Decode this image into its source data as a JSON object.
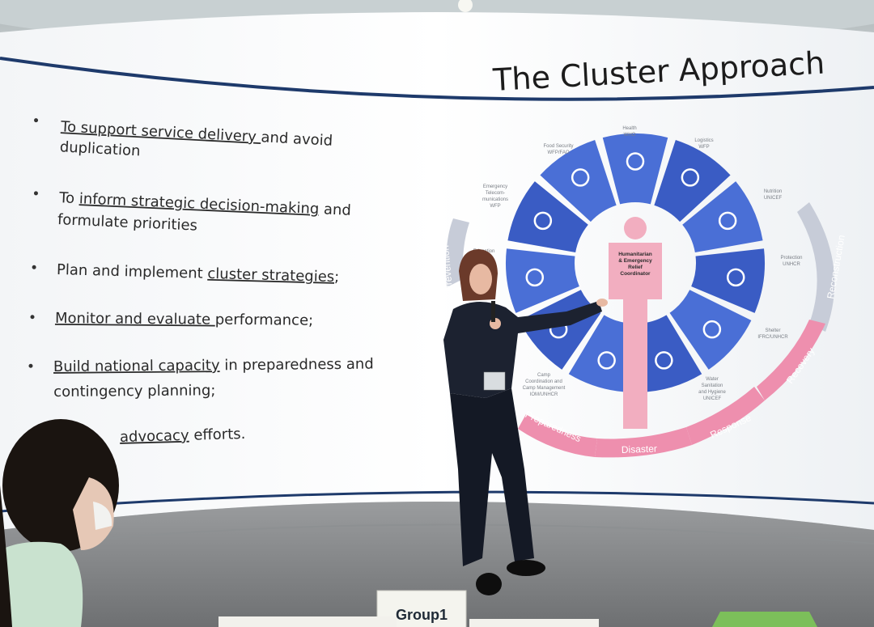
{
  "slide": {
    "title": "The Cluster Approach",
    "bullets": [
      {
        "underlined": "To support service delivery ",
        "rest": "and avoid",
        "line2": "duplication"
      },
      {
        "prefix": "To ",
        "underlined": "inform strategic decision-making",
        "rest": " and",
        "line2": "formulate priorities"
      },
      {
        "prefix": "Plan and implement ",
        "underlined": "cluster strategies",
        "rest": ";"
      },
      {
        "underlined": "Monitor and evaluate ",
        "rest": "performance;"
      },
      {
        "underlined": "Build national capacity",
        "rest": " in preparedness and",
        "line2": "contingency planning;"
      },
      {
        "underlined": "advocacy",
        "rest": " efforts."
      }
    ]
  },
  "diagram": {
    "center_lines": [
      "Humanitarian",
      "& Emergency",
      "Relief",
      "Coordinator"
    ],
    "cluster_labels": {
      "health": [
        "Health",
        "WHO"
      ],
      "logistics": [
        "Logistics",
        "WFP"
      ],
      "nutrition": [
        "Nutrition",
        "UNICEF"
      ],
      "protection": [
        "Protection",
        "UNHCR"
      ],
      "shelter": [
        "Shelter",
        "IFRC/UNHCR"
      ],
      "wash": [
        "Water",
        "Sanitation",
        "and Hygiene",
        "UNICEF"
      ],
      "camp": [
        "Camp",
        "Coordination and",
        "Camp Management",
        "IOM/UNHCR"
      ],
      "telecom": [
        "Emergency",
        "Telecom-",
        "munications",
        "WFP"
      ],
      "food": [
        "Food Security",
        "WFP/FAO"
      ],
      "education": [
        "Education"
      ]
    },
    "cycle": {
      "prevention": "Prevention",
      "preparedness": "Preparedness",
      "disaster": "Disaster",
      "response": "Response",
      "recovery": "Recovery",
      "reconstruction": "Reconstruction"
    },
    "colors": {
      "segment": "#4a6fd6",
      "segment_dark": "#3a5cc4",
      "person": "#f2aec0",
      "arrow_pink": "#ee8fae",
      "arrow_gray": "#c7ccd8"
    }
  },
  "placard": {
    "label": "Group1"
  }
}
